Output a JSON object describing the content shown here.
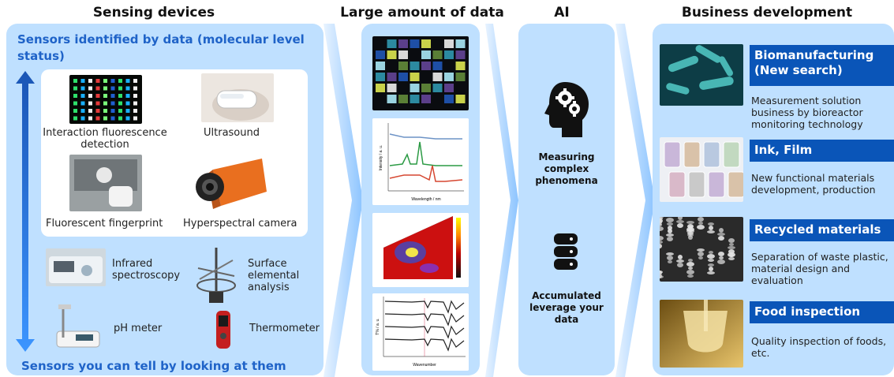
{
  "columns": {
    "sensing": "Sensing devices",
    "data": "Large amount of data",
    "ai": "AI",
    "business": "Business development"
  },
  "sensing": {
    "top_label": "Sensors identified by data (molecular level status)",
    "bottom_label": "Sensors you can tell by looking at them",
    "devices": [
      {
        "label": "Interaction fluorescence detection"
      },
      {
        "label": "Ultrasound"
      },
      {
        "label": "Fluorescent fingerprint"
      },
      {
        "label": "Hyperspectral camera"
      },
      {
        "label": "Infrared spectroscopy"
      },
      {
        "label": "Surface elemental analysis"
      },
      {
        "label": "pH meter"
      },
      {
        "label": "Thermometer"
      }
    ]
  },
  "data_charts": {
    "spectra_xlabel": "Wavelength / nm",
    "spectra_ylabel": "Intensity / a. u.",
    "ftir_xlabel": "Wavenumber",
    "ftir_ylabel": "T% / a. u."
  },
  "ai": {
    "brain_text": "Measuring complex phenomena",
    "db_text": "Accumulated leverage your data"
  },
  "business": [
    {
      "title": "Biomanufacturing (New search)",
      "desc": "Measurement solution business by bioreactor monitoring technology"
    },
    {
      "title": "Ink, Film",
      "desc": "New functional materials development, production"
    },
    {
      "title": "Recycled materials",
      "desc": "Separation of waste plastic, material design and evaluation"
    },
    {
      "title": "Food inspection",
      "desc": "Quality inspection of foods, etc."
    }
  ],
  "colors": {
    "panel": "#bfe0ff",
    "accent_blue": "#1f63c8",
    "header_blue": "#0a55b8"
  }
}
